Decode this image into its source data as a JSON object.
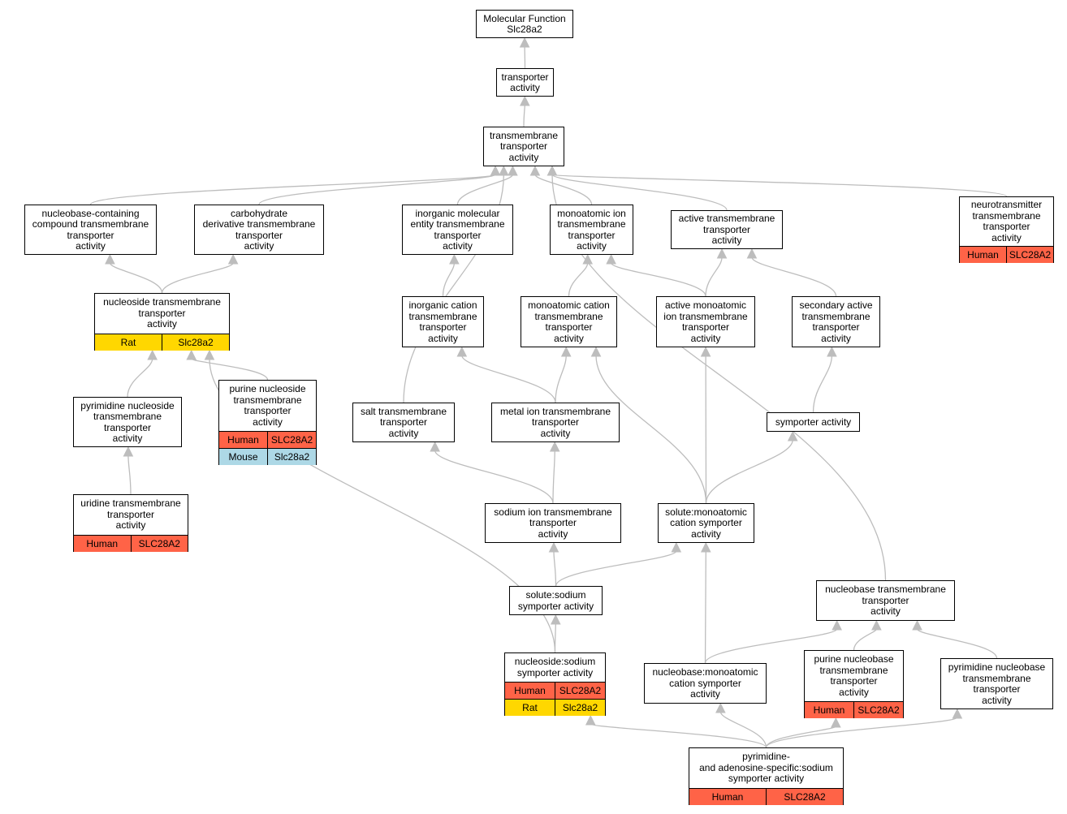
{
  "colors": {
    "edge": "#bdbdbd",
    "Human": "#ff6347",
    "Rat": "#ffd700",
    "Mouse": "#add8e6"
  },
  "nodes": [
    {
      "id": "mf",
      "label": "Molecular Function\nSlc28a2",
      "annotations": []
    },
    {
      "id": "ta",
      "label": "transporter\nactivity",
      "annotations": []
    },
    {
      "id": "tmta",
      "label": "transmembrane\ntransporter\nactivity",
      "annotations": []
    },
    {
      "id": "nbc",
      "label": "nucleobase-containing\ncompound transmembrane\ntransporter\nactivity",
      "annotations": []
    },
    {
      "id": "carb",
      "label": "carbohydrate\nderivative transmembrane\ntransporter\nactivity",
      "annotations": []
    },
    {
      "id": "inorg",
      "label": "inorganic molecular\nentity transmembrane\ntransporter\nactivity",
      "annotations": []
    },
    {
      "id": "monoion",
      "label": "monoatomic ion\ntransmembrane\ntransporter\nactivity",
      "annotations": []
    },
    {
      "id": "active",
      "label": "active transmembrane\ntransporter\nactivity",
      "annotations": []
    },
    {
      "id": "neuro",
      "label": "neurotransmitter\ntransmembrane\ntransporter\nactivity",
      "annotations": [
        {
          "species": "Human",
          "gene": "SLC28A2"
        }
      ]
    },
    {
      "id": "nucleoside",
      "label": "nucleoside transmembrane\ntransporter\nactivity",
      "annotations": [
        {
          "species": "Rat",
          "gene": "Slc28a2"
        }
      ]
    },
    {
      "id": "inorgcat",
      "label": "inorganic cation\ntransmembrane\ntransporter\nactivity",
      "annotations": []
    },
    {
      "id": "monocat",
      "label": "monoatomic cation\ntransmembrane\ntransporter\nactivity",
      "annotations": []
    },
    {
      "id": "activemono",
      "label": "active monoatomic\nion transmembrane\ntransporter\nactivity",
      "annotations": []
    },
    {
      "id": "secactive",
      "label": "secondary active\ntransmembrane\ntransporter\nactivity",
      "annotations": []
    },
    {
      "id": "pyrnucleoside",
      "label": "pyrimidine nucleoside\ntransmembrane\ntransporter\nactivity",
      "annotations": []
    },
    {
      "id": "purnucleoside",
      "label": "purine nucleoside\ntransmembrane\ntransporter\nactivity",
      "annotations": [
        {
          "species": "Human",
          "gene": "SLC28A2"
        },
        {
          "species": "Mouse",
          "gene": "Slc28a2"
        }
      ]
    },
    {
      "id": "salt",
      "label": "salt transmembrane\ntransporter\nactivity",
      "annotations": []
    },
    {
      "id": "metal",
      "label": "metal ion transmembrane\ntransporter\nactivity",
      "annotations": []
    },
    {
      "id": "symporter",
      "label": "symporter activity",
      "annotations": []
    },
    {
      "id": "uridine",
      "label": "uridine transmembrane\ntransporter\nactivity",
      "annotations": [
        {
          "species": "Human",
          "gene": "SLC28A2"
        }
      ]
    },
    {
      "id": "sodium",
      "label": "sodium ion transmembrane\ntransporter\nactivity",
      "annotations": []
    },
    {
      "id": "solmono",
      "label": "solute:monoatomic\ncation symporter\nactivity",
      "annotations": []
    },
    {
      "id": "solsod",
      "label": "solute:sodium\nsymporter activity",
      "annotations": []
    },
    {
      "id": "nucleobase",
      "label": "nucleobase transmembrane\ntransporter\nactivity",
      "annotations": []
    },
    {
      "id": "nucsod",
      "label": "nucleoside:sodium\nsymporter activity",
      "annotations": [
        {
          "species": "Human",
          "gene": "SLC28A2"
        },
        {
          "species": "Rat",
          "gene": "Slc28a2"
        }
      ]
    },
    {
      "id": "nbmono",
      "label": "nucleobase:monoatomic\ncation symporter\nactivity",
      "annotations": []
    },
    {
      "id": "purnb",
      "label": "purine nucleobase\ntransmembrane\ntransporter\nactivity",
      "annotations": [
        {
          "species": "Human",
          "gene": "SLC28A2"
        }
      ]
    },
    {
      "id": "pyrnb",
      "label": "pyrimidine nucleobase\ntransmembrane\ntransporter\nactivity",
      "annotations": []
    },
    {
      "id": "pyradeno",
      "label": "pyrimidine-\nand adenosine-specific:sodium\nsymporter activity",
      "annotations": [
        {
          "species": "Human",
          "gene": "SLC28A2"
        }
      ]
    }
  ],
  "edges": [
    {
      "from": "ta",
      "to": "mf"
    },
    {
      "from": "tmta",
      "to": "ta"
    },
    {
      "from": "nbc",
      "to": "tmta"
    },
    {
      "from": "carb",
      "to": "tmta"
    },
    {
      "from": "inorg",
      "to": "tmta"
    },
    {
      "from": "monoion",
      "to": "tmta"
    },
    {
      "from": "active",
      "to": "tmta"
    },
    {
      "from": "neuro",
      "to": "tmta"
    },
    {
      "from": "salt",
      "to": "tmta"
    },
    {
      "from": "nucleobase",
      "to": "tmta"
    },
    {
      "from": "nucleoside",
      "to": "nbc"
    },
    {
      "from": "nucleoside",
      "to": "carb"
    },
    {
      "from": "inorgcat",
      "to": "inorg"
    },
    {
      "from": "monocat",
      "to": "monoion"
    },
    {
      "from": "activemono",
      "to": "monoion"
    },
    {
      "from": "activemono",
      "to": "active"
    },
    {
      "from": "secactive",
      "to": "active"
    },
    {
      "from": "pyrnucleoside",
      "to": "nucleoside"
    },
    {
      "from": "purnucleoside",
      "to": "nucleoside"
    },
    {
      "from": "nucsod",
      "to": "nucleoside"
    },
    {
      "from": "metal",
      "to": "inorgcat"
    },
    {
      "from": "metal",
      "to": "monocat"
    },
    {
      "from": "solmono",
      "to": "monocat"
    },
    {
      "from": "solmono",
      "to": "activemono"
    },
    {
      "from": "symporter",
      "to": "secactive"
    },
    {
      "from": "uridine",
      "to": "pyrnucleoside"
    },
    {
      "from": "sodium",
      "to": "salt"
    },
    {
      "from": "sodium",
      "to": "metal"
    },
    {
      "from": "solmono",
      "to": "symporter"
    },
    {
      "from": "solsod",
      "to": "sodium"
    },
    {
      "from": "solsod",
      "to": "solmono"
    },
    {
      "from": "nucsod",
      "to": "solsod"
    },
    {
      "from": "nbmono",
      "to": "solmono"
    },
    {
      "from": "nbmono",
      "to": "nucleobase"
    },
    {
      "from": "purnb",
      "to": "nucleobase"
    },
    {
      "from": "pyrnb",
      "to": "nucleobase"
    },
    {
      "from": "pyradeno",
      "to": "nucsod"
    },
    {
      "from": "pyradeno",
      "to": "nbmono"
    },
    {
      "from": "pyradeno",
      "to": "purnb"
    },
    {
      "from": "pyradeno",
      "to": "pyrnb"
    }
  ]
}
